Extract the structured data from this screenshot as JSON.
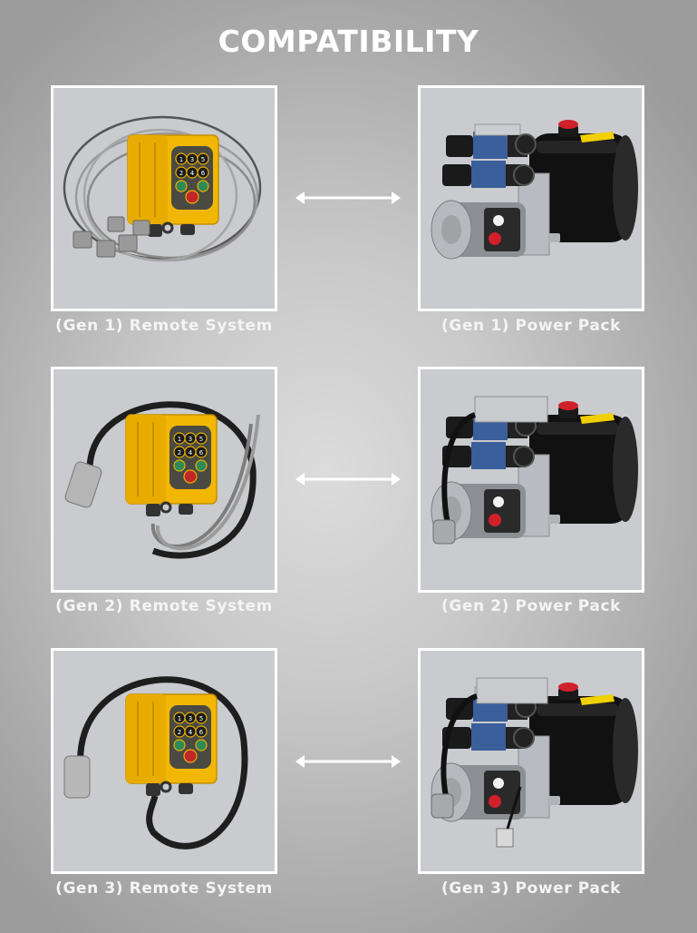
{
  "page": {
    "title": "COMPATIBILITY",
    "background_color": "#c8c8c8",
    "frame_border_color": "#ffffff",
    "text_color": "#ffffff"
  },
  "rows": [
    {
      "remote": {
        "label": "(Gen 1) Remote System",
        "image": "gen1-remote-image"
      },
      "connector_icon": "double-arrow-icon",
      "power_pack": {
        "label": "(Gen 1) Power Pack",
        "image": "gen1-power-pack-image"
      }
    },
    {
      "remote": {
        "label": "(Gen 2) Remote System",
        "image": "gen2-remote-image"
      },
      "connector_icon": "double-arrow-icon",
      "power_pack": {
        "label": "(Gen 2) Power Pack",
        "image": "gen2-power-pack-image"
      }
    },
    {
      "remote": {
        "label": "(Gen 3) Remote System",
        "image": "gen3-remote-image"
      },
      "connector_icon": "double-arrow-icon",
      "power_pack": {
        "label": "(Gen 3) Power Pack",
        "image": "gen3-power-pack-image"
      }
    }
  ],
  "remote_keypad": {
    "keys": [
      "1",
      "3",
      "5",
      "2",
      "4",
      "6"
    ],
    "stop_key": "STOP"
  },
  "colors": {
    "remote_body": "#f2b705",
    "keypad": "#4a4a42",
    "tank": "#111111",
    "valve_blue": "#3a5f9a",
    "cap_red": "#d0202a"
  }
}
